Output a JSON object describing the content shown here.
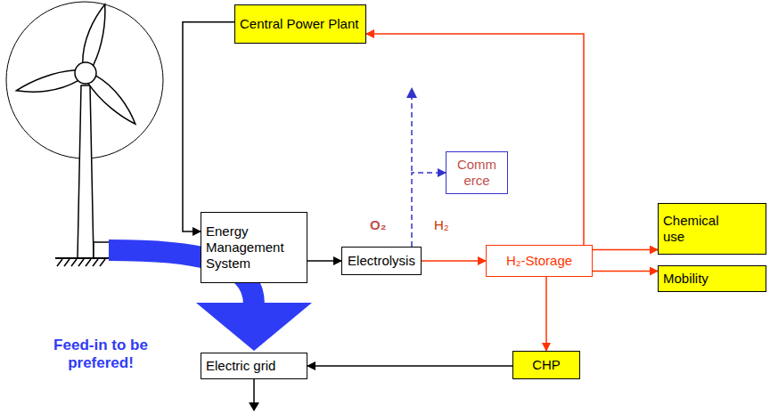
{
  "diagram": {
    "nodes": [
      {
        "text": [
          "Central Power Plant"
        ]
      },
      {
        "text": [
          "Comm erce"
        ]
      },
      {
        "text": [
          "Chemical use"
        ]
      },
      {
        "text": [
          "Energy Management System"
        ]
      },
      {
        "text": [
          "Electrolysis"
        ]
      },
      {
        "text": [
          "H₂-Storage"
        ]
      },
      {
        "text": [
          "Mobility"
        ]
      },
      {
        "text": [
          "Electric grid"
        ]
      },
      {
        "text": [
          "CHP"
        ]
      }
    ],
    "edges": [
      {
        "from": 0,
        "to": 3,
        "arrow": "to"
      },
      {
        "from": 3,
        "to": 4,
        "arrow": "to"
      },
      {
        "from": 4,
        "to": 5,
        "arrow": "to"
      },
      {
        "from": 4,
        "to": 1,
        "arrow": "to"
      },
      {
        "from": 5,
        "to": 0,
        "arrow": "to"
      },
      {
        "from": 5,
        "to": 2,
        "arrow": "to"
      },
      {
        "from": 5,
        "to": 6,
        "arrow": "to"
      },
      {
        "from": 5,
        "to": 8,
        "arrow": "to"
      },
      {
        "from": 8,
        "to": 7,
        "arrow": "to"
      }
    ],
    "labels": [
      "O₂",
      "H₂",
      "Feed-in to be prefered!"
    ]
  }
}
